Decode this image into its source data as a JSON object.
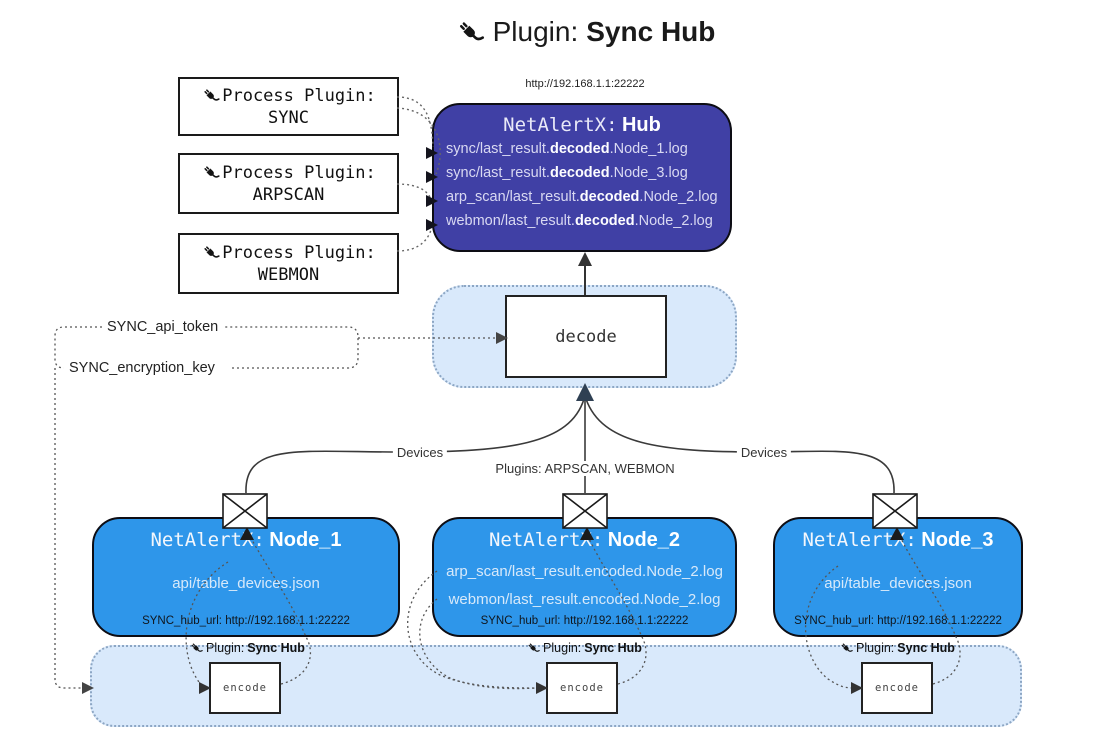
{
  "title": {
    "label": "Plugin:",
    "name": "Sync Hub"
  },
  "process_plugins": [
    {
      "label": "Process Plugin:",
      "name": "SYNC"
    },
    {
      "label": "Process Plugin:",
      "name": "ARPSCAN"
    },
    {
      "label": "Process Plugin:",
      "name": "WEBMON"
    }
  ],
  "hub": {
    "url": "http://192.168.1.1:22222",
    "name_prefix": "NetAlertX:",
    "name": "Hub",
    "logs": [
      {
        "pre": "sync/last_result.",
        "bold": "decoded",
        "post": ".Node_1.log"
      },
      {
        "pre": "sync/last_result.",
        "bold": "decoded",
        "post": ".Node_3.log"
      },
      {
        "pre": "arp_scan/last_result.",
        "bold": "decoded",
        "post": ".Node_2.log"
      },
      {
        "pre": "webmon/last_result.",
        "bold": "decoded",
        "post": ".Node_2.log"
      }
    ]
  },
  "decode_label": "decode",
  "settings": {
    "api_token": "SYNC_api_token",
    "encryption_key": "SYNC_encryption_key"
  },
  "edge_labels": {
    "devices_left": "Devices",
    "plugins_center": "Plugins: ARPSCAN, WEBMON",
    "devices_right": "Devices"
  },
  "nodes": [
    {
      "name_prefix": "NetAlertX:",
      "name": "Node_1",
      "files": [
        "api/table_devices.json"
      ],
      "hub_url": "SYNC_hub_url: http://192.168.1.1:22222"
    },
    {
      "name_prefix": "NetAlertX:",
      "name": "Node_2",
      "files": [
        "arp_scan/last_result.encoded.Node_2.log",
        "webmon/last_result.encoded.Node_2.log"
      ],
      "hub_url": "SYNC_hub_url: http://192.168.1.1:22222"
    },
    {
      "name_prefix": "NetAlertX:",
      "name": "Node_3",
      "files": [
        "api/table_devices.json"
      ],
      "hub_url": "SYNC_hub_url: http://192.168.1.1:22222"
    }
  ],
  "encoders": [
    {
      "plugin_label": "Plugin:",
      "plugin_name": "Sync Hub",
      "box_label": "encode"
    },
    {
      "plugin_label": "Plugin:",
      "plugin_name": "Sync Hub",
      "box_label": "encode"
    },
    {
      "plugin_label": "Plugin:",
      "plugin_name": "Sync Hub",
      "box_label": "encode"
    }
  ],
  "colors": {
    "hub_fill": "#4040A5",
    "node_fill": "#2E96EA",
    "region_fill": "#D9E9FB",
    "region_border": "#8CA6C4",
    "line": "#333333"
  }
}
